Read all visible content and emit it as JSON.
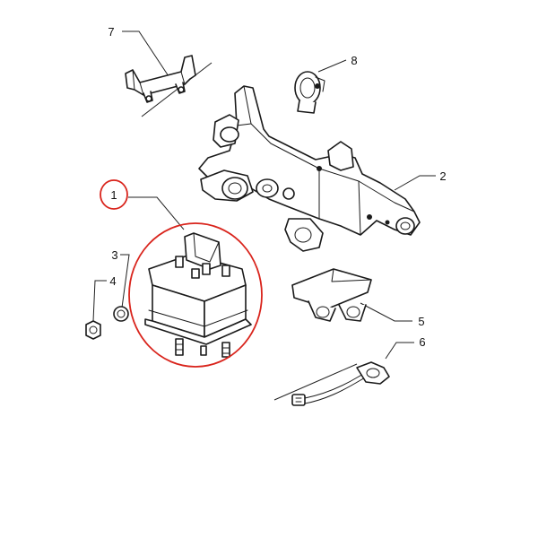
{
  "diagram": {
    "highlight_color": "#d9241c",
    "ink_color": "#1a1a1a",
    "callouts": [
      {
        "id": "1",
        "label": "1"
      },
      {
        "id": "2",
        "label": "2"
      },
      {
        "id": "3",
        "label": "3"
      },
      {
        "id": "4",
        "label": "4"
      },
      {
        "id": "5",
        "label": "5"
      },
      {
        "id": "6",
        "label": "6"
      },
      {
        "id": "7",
        "label": "7"
      },
      {
        "id": "8",
        "label": "8"
      }
    ],
    "parts": [
      {
        "id": "1",
        "icon": "relay-module-icon",
        "highlighted": true
      },
      {
        "id": "2",
        "icon": "mounting-bracket-icon"
      },
      {
        "id": "3",
        "icon": "washer-icon"
      },
      {
        "id": "4",
        "icon": "nut-icon"
      },
      {
        "id": "5",
        "icon": "connector-holder-icon"
      },
      {
        "id": "6",
        "icon": "wiring-harness-icon"
      },
      {
        "id": "7",
        "icon": "clamp-bracket-icon"
      },
      {
        "id": "8",
        "icon": "cable-clip-icon"
      }
    ]
  }
}
